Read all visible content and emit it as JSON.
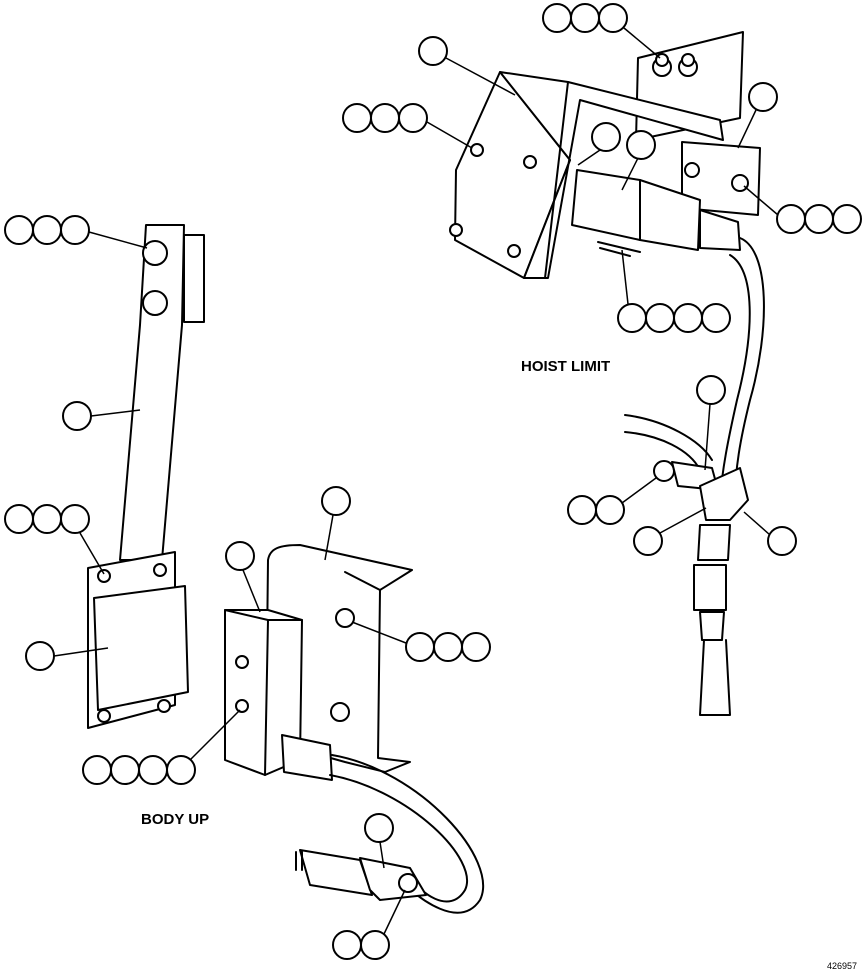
{
  "assemblies": {
    "hoist_limit_title": "HOIST LIMIT",
    "body_up_title": "BODY UP"
  },
  "drawing_number": "426957"
}
